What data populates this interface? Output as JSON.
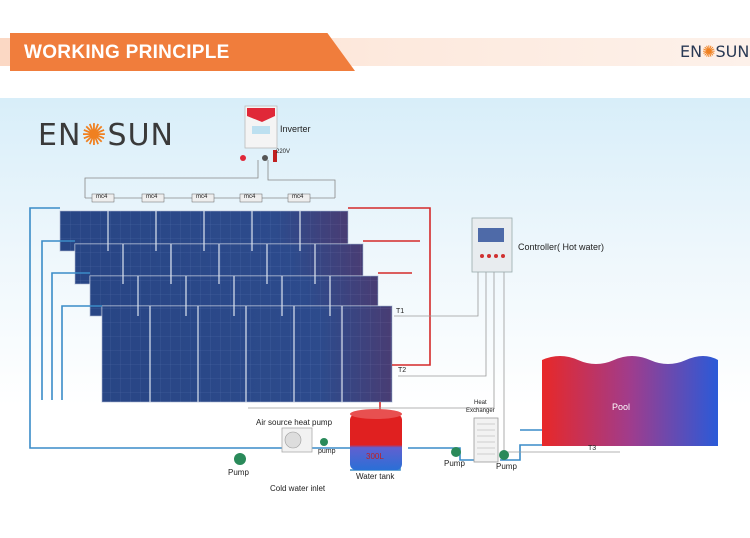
{
  "header": {
    "title": "WORKING PRINCIPLE"
  },
  "brand": {
    "logo_left": "EN",
    "logo_right": "SUN",
    "logo_small_left": "EN",
    "logo_small_right": "SUN"
  },
  "diagram": {
    "inverter_label": "Inverter",
    "voltage_label": "220V",
    "module_labels": [
      "mc4",
      "mc4",
      "mc4",
      "mc4",
      "mc4"
    ],
    "controller_label": "Controller( Hot water)",
    "sensor_t1": "T1",
    "sensor_t2": "T2",
    "sensor_t3": "T3",
    "heat_pump_label": "Air source heat pump",
    "pump_small_label": "pump",
    "pump_left_label": "Pump",
    "pump_mid_label": "Pump",
    "pump_right_label": "Pump",
    "tank_volume": "300L",
    "tank_label": "Water tank",
    "cold_inlet_label": "Cold water inlet",
    "heat_exchanger_label_1": "Heat",
    "heat_exchanger_label_2": "Exchanger",
    "pool_label": "Pool"
  },
  "colors": {
    "accent": "#f07d3c",
    "hot": "#e02020",
    "cold": "#2a6fd6",
    "pipe_cold": "#3a8cc8",
    "pipe_hot": "#d42a2a"
  }
}
